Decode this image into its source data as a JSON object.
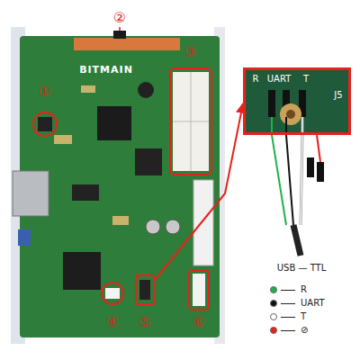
{
  "diagram": {
    "nodes": [
      {
        "text": [
          "①"
        ]
      },
      {
        "text": [
          "③"
        ]
      },
      {
        "text": [
          "⑤"
        ]
      },
      {
        "text": [
          "⑥"
        ]
      },
      {
        "text": [
          "R",
          "UART",
          "T",
          "J5"
        ]
      }
    ],
    "edges": [
      {
        "from": 2,
        "to": 4,
        "arrow": "to"
      }
    ],
    "labels": [
      "②",
      "④",
      "BITMAIN",
      "USB — TTL"
    ],
    "legend": [
      {
        "text": "R",
        "color": "#22b14c"
      },
      {
        "text": "UART",
        "color": "#111111"
      },
      {
        "text": "T",
        "color": "#ffffff"
      },
      {
        "text": "⊘",
        "color": "#e8211c"
      }
    ]
  }
}
